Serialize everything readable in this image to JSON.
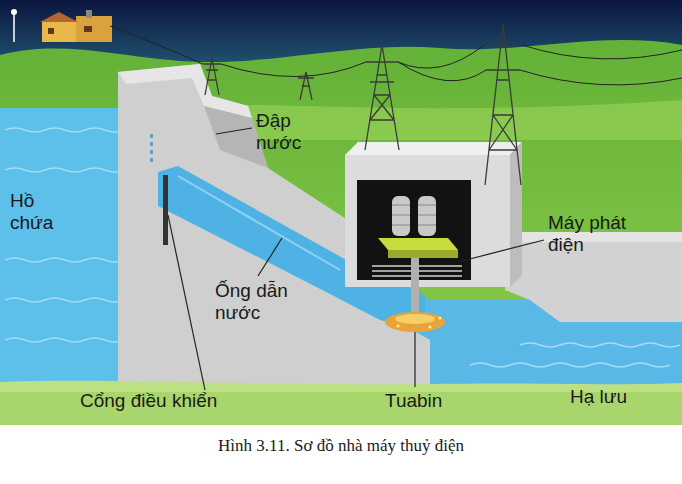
{
  "diagram": {
    "caption": "Hình 3.11. Sơ đồ nhà máy thuỷ điện",
    "labels": [
      "Đập nước",
      "Hồ chứa",
      "Ống dẫn nước",
      "Máy phát điện",
      "Cổng điều khiển",
      "Tuabin",
      "Hạ lưu"
    ]
  }
}
